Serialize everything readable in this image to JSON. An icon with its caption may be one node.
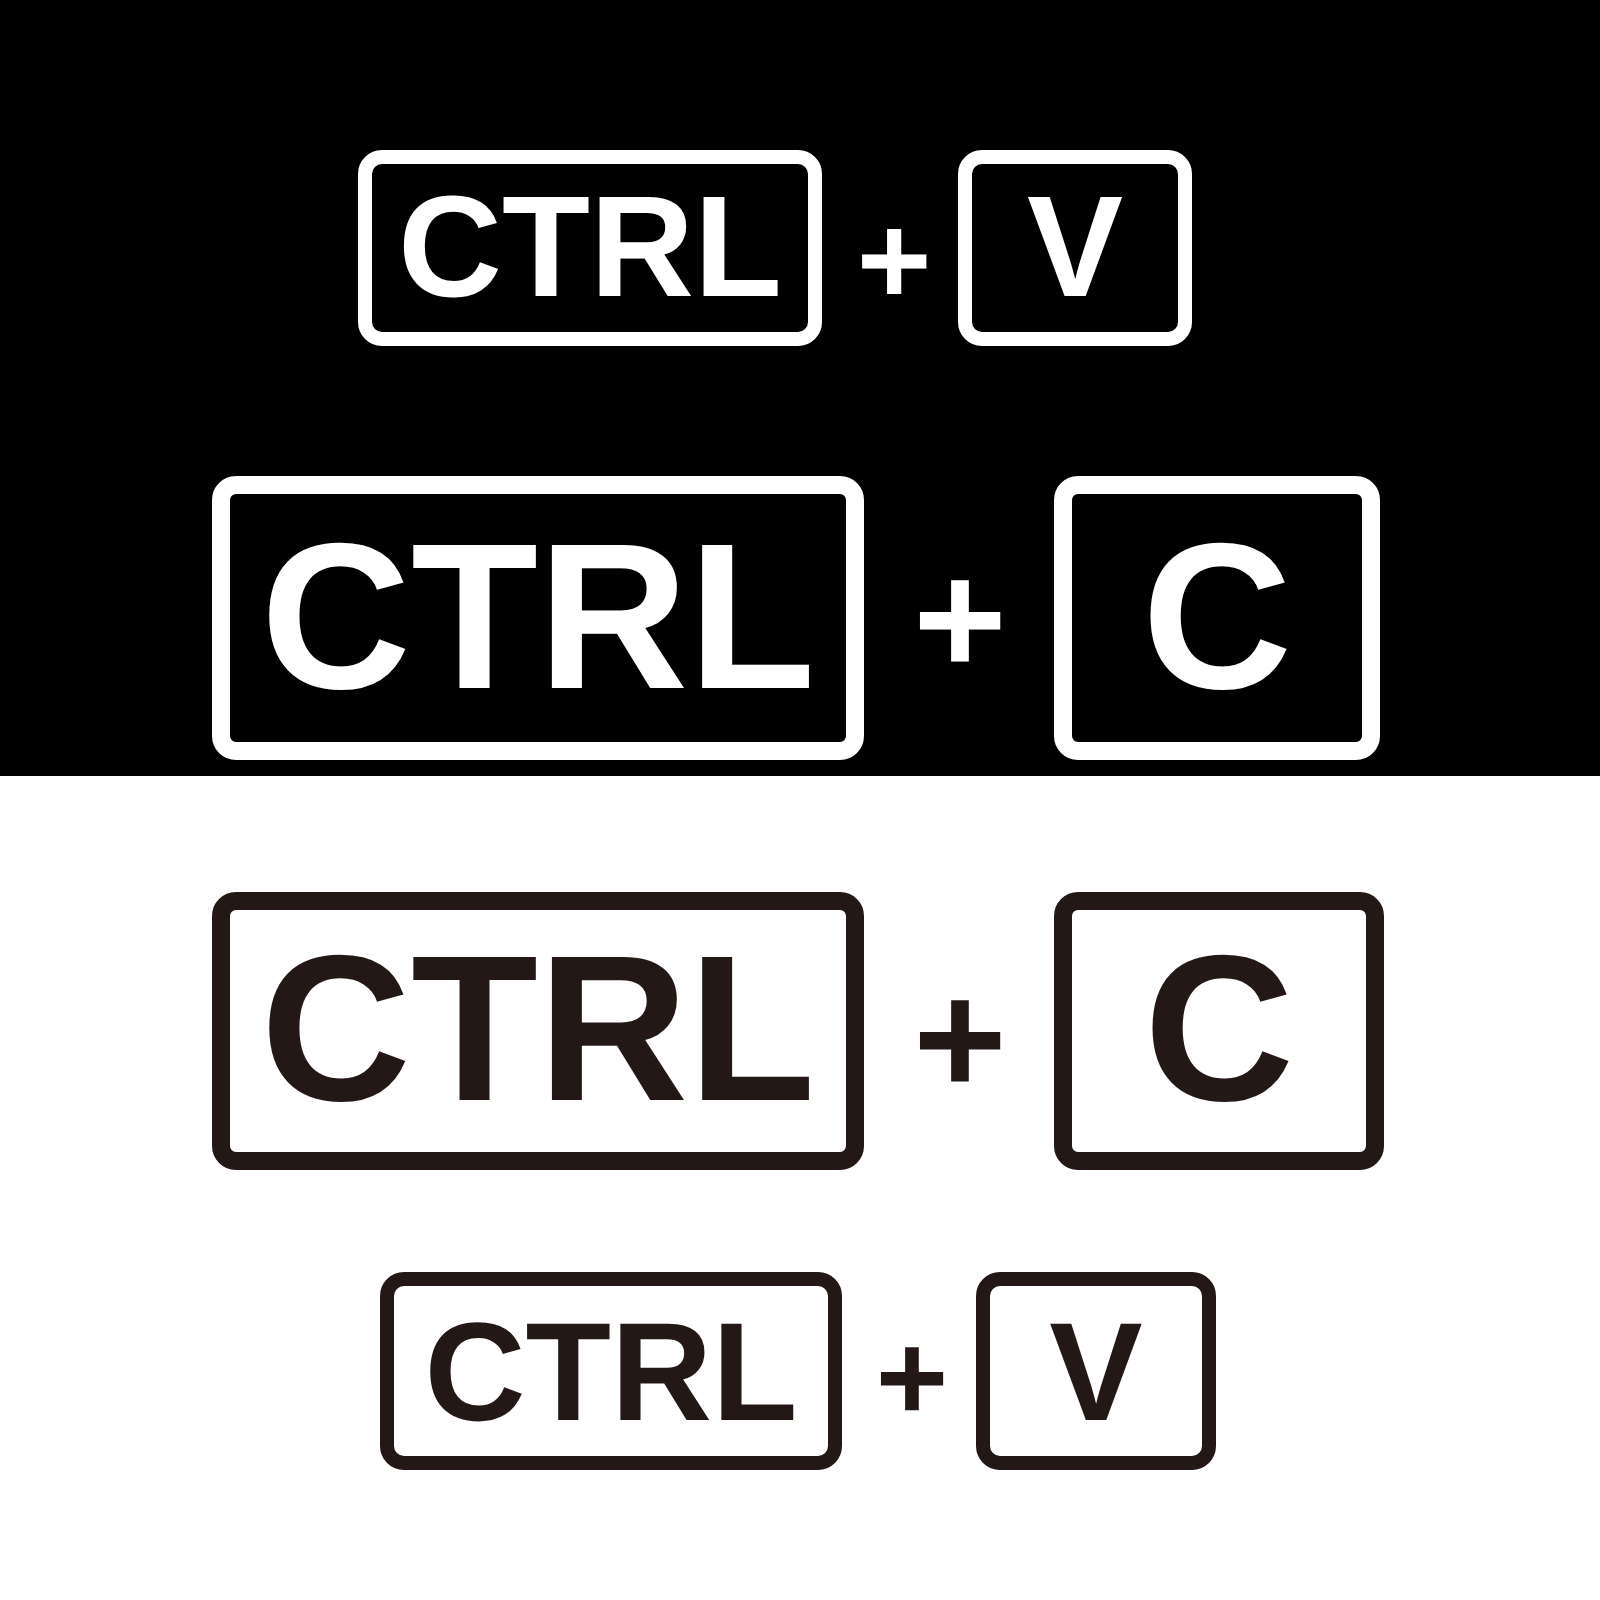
{
  "diagram": {
    "nodes": [
      {
        "text": [
          "CTRL"
        ]
      },
      {
        "text": [
          "V"
        ]
      },
      {
        "text": [
          "CTRL"
        ]
      },
      {
        "text": [
          "C"
        ]
      },
      {
        "text": [
          "CTRL"
        ]
      },
      {
        "text": [
          "C"
        ]
      },
      {
        "text": [
          "CTRL"
        ]
      },
      {
        "text": [
          "V"
        ]
      }
    ],
    "edges": [],
    "labels": [
      "+",
      "+",
      "+",
      "+"
    ]
  }
}
